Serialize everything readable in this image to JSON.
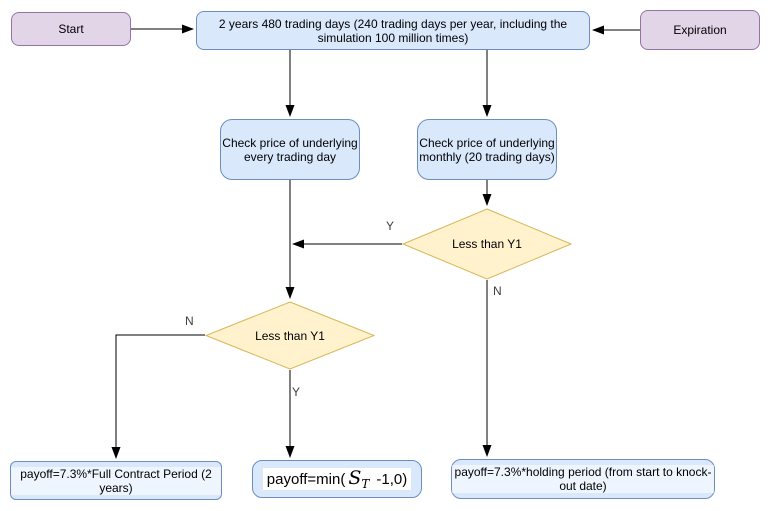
{
  "colors": {
    "arrow": "#000000",
    "purple_fill": "#E1D5E7",
    "purple_stroke": "#9673A6",
    "blue_fill": "#DAE8FC",
    "blue_stroke": "#6C8EBF",
    "yellow_fill": "#FFF2CC",
    "yellow_stroke": "#D6B656"
  },
  "nodes": {
    "start": {
      "label": "Start"
    },
    "simulation": {
      "label": "2 years 480 trading days (240 trading days per year, including the simulation 100 million times)"
    },
    "expiration": {
      "label": "Expiration"
    },
    "check_daily": {
      "label": "Check price of underlying every trading day"
    },
    "check_monthly": {
      "label": "Check price of underlying monthly (20 trading days)"
    },
    "decision_monthly": {
      "label": "Less than Y1"
    },
    "decision_daily": {
      "label": "Less than Y1"
    },
    "payoff_full": {
      "label": "payoff=7.3%*Full Contract Period (2 years)"
    },
    "payoff_min": {
      "prefix": "payoff=min(",
      "var": "S",
      "sub": "T",
      "suffix": "-1,0)"
    },
    "payoff_holding": {
      "label": "payoff=7.3%*holding period (from start to knock-out date)"
    }
  },
  "edge_labels": {
    "monthly_yes": "Y",
    "monthly_no": "N",
    "daily_no": "N",
    "daily_yes": "Y"
  }
}
